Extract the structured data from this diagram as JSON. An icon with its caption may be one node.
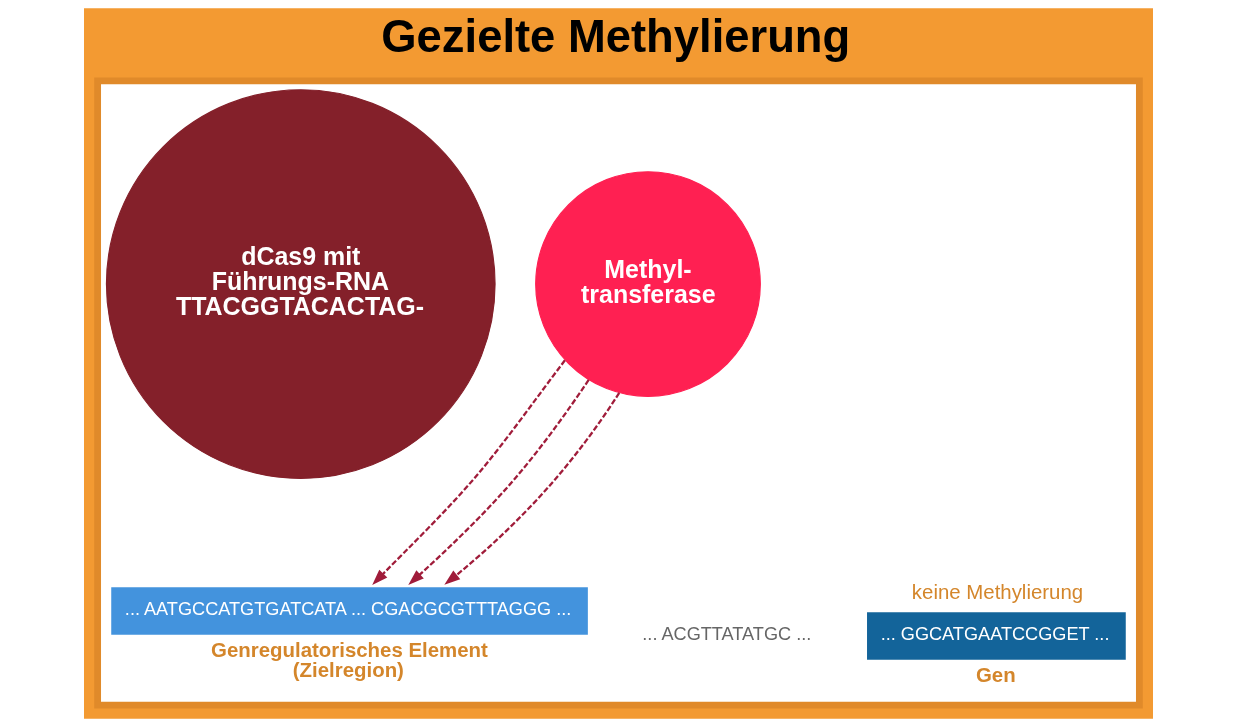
{
  "diagram": {
    "title": "Gezielte Methylierung",
    "nodes": [
      {
        "text": [],
        "shape": "box"
      },
      {
        "text": [
          "dCas9 mit Führungs-RNA TTACGGTACACTAG-"
        ],
        "in": 0
      },
      {
        "text": [
          "Methyl- transferase"
        ],
        "in": 0
      },
      {
        "text": [
          "... AATGCCATGTGATCATA ... CGACGCGTTTAGGG ..."
        ],
        "beside": [
          "Genregulatorisches Element (Zielregion)"
        ],
        "in": 0
      },
      {
        "text": [
          "... GGCATGAATCCGGET ..."
        ],
        "beside": [
          "keine Methylierung",
          "Gen"
        ],
        "in": 0
      }
    ],
    "edges": [
      {
        "from": 2,
        "to": 3,
        "arrow": "to",
        "style": "dashed",
        "color": "#a01c3a"
      },
      {
        "from": 2,
        "to": 3,
        "arrow": "to",
        "style": "dashed",
        "color": "#a01c3a"
      },
      {
        "from": 2,
        "to": 3,
        "arrow": "to",
        "style": "dashed",
        "color": "#a01c3a"
      }
    ],
    "labels": [
      "... ACGTTATATGC ..."
    ]
  }
}
